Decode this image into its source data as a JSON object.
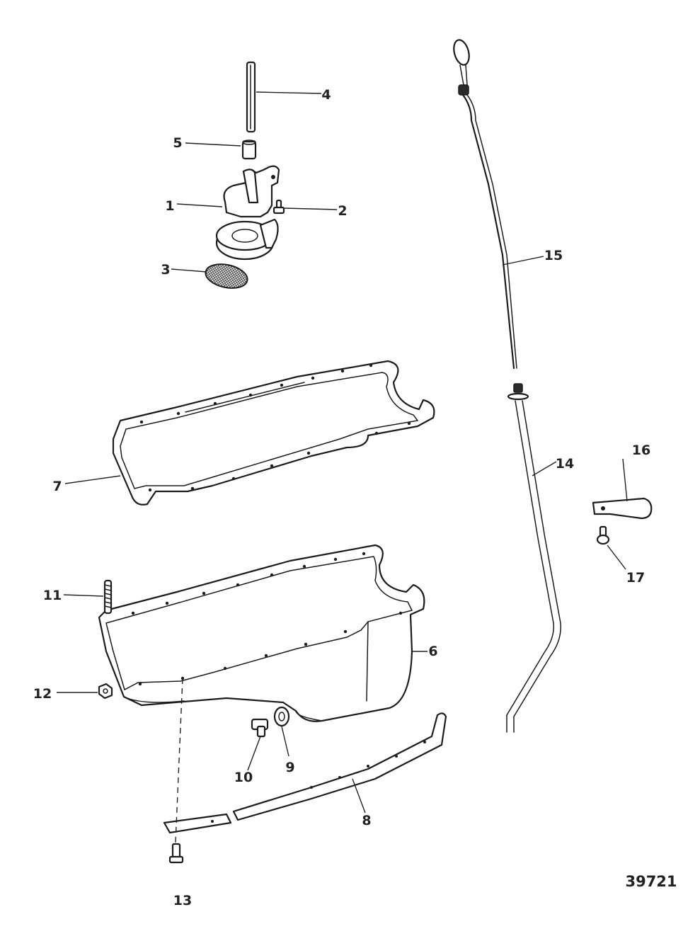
{
  "diagram": {
    "figure_number": "39721",
    "callouts": [
      "1",
      "2",
      "3",
      "4",
      "5",
      "6",
      "7",
      "8",
      "9",
      "10",
      "11",
      "12",
      "13",
      "14",
      "15",
      "16",
      "17"
    ]
  }
}
